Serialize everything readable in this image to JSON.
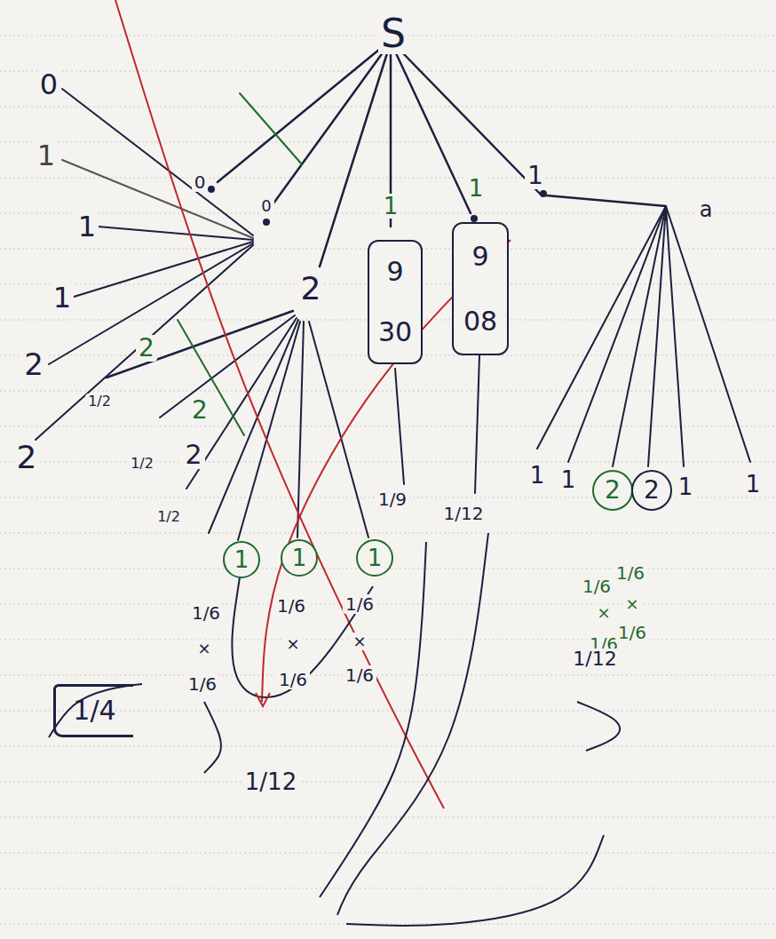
{
  "diagram": {
    "nodes": [
      {
        "text": [
          "9",
          "30"
        ]
      },
      {
        "text": [
          "9",
          "08"
        ]
      },
      {
        "text": [
          "1"
        ]
      },
      {
        "text": [
          "1"
        ]
      },
      {
        "text": [
          "1"
        ]
      },
      {
        "text": [
          "2"
        ]
      },
      {
        "text": [
          "2"
        ]
      },
      {
        "text": [
          "1/4"
        ]
      }
    ],
    "labels": [
      "S",
      "0",
      "1",
      "1",
      "1",
      "2",
      "2",
      "0",
      "0",
      "2",
      "2",
      "1/2",
      "2",
      "2",
      "1/2",
      "1/2",
      "1",
      "1",
      "1",
      "a",
      "1",
      "1",
      "1",
      "1",
      "1/9",
      "1/12",
      "1/6",
      "1/6",
      "1/6",
      "×",
      "×",
      "×",
      "1/6",
      "1/6",
      "1/6",
      "1/6",
      "1/6",
      "×",
      "×",
      "1/6",
      "1/6",
      "1/12",
      "1/12"
    ]
  }
}
